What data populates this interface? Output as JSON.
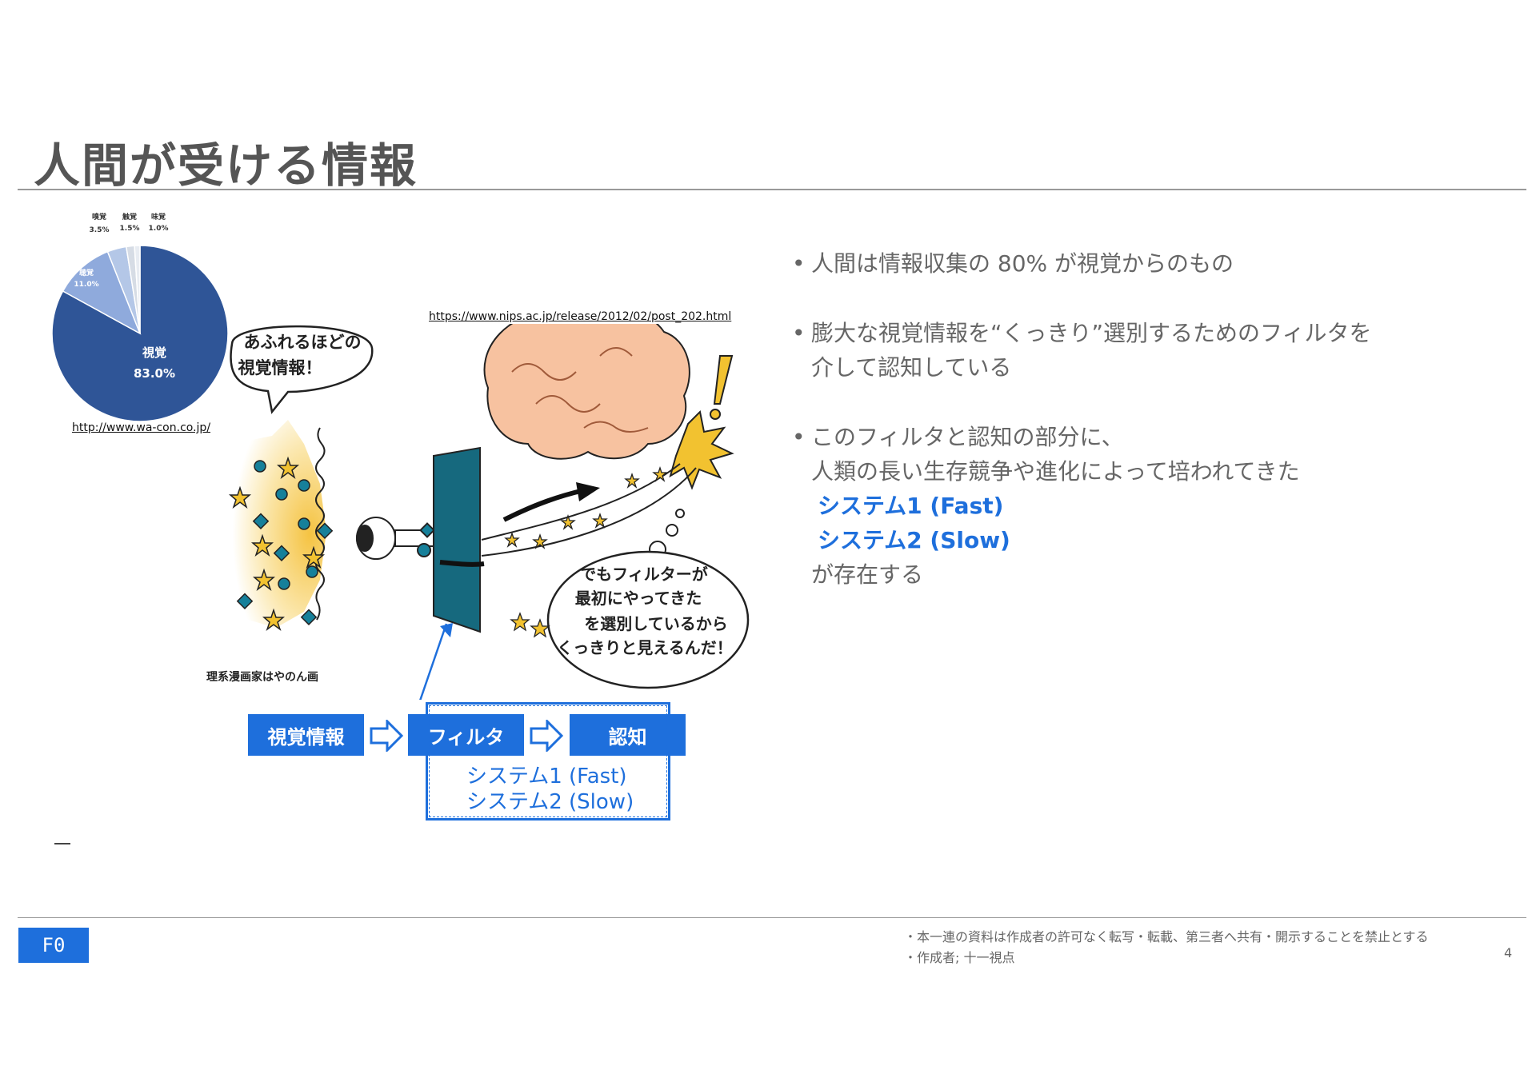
{
  "title": "人間が受ける情報",
  "pie": {
    "source": "http://www.wa-con.co.jp/",
    "slices": [
      {
        "label": "視覚",
        "value_text": "83.0%",
        "value": 83.0,
        "color": "#2f5597"
      },
      {
        "label": "聴覚",
        "value_text": "11.0%",
        "value": 11.0,
        "color": "#8faadc"
      },
      {
        "label": "嗅覚",
        "value_text": "3.5%",
        "value": 3.5,
        "color": "#b4c7e7"
      },
      {
        "label": "触覚",
        "value_text": "1.5%",
        "value": 1.5,
        "color": "#d6dce5"
      },
      {
        "label": "味覚",
        "value_text": "1.0%",
        "value": 1.0,
        "color": "#e8ecf2"
      }
    ]
  },
  "illustration": {
    "source": "https://www.nips.ac.jp/release/2012/02/post_202.html",
    "bubble_left": [
      "あふれるほどの",
      "視覚情報！"
    ],
    "bubble_right": [
      "でもフィルターが",
      "最初にやってきた",
      "を選別しているから",
      "くっきりと見えるんだ！"
    ],
    "credit": "理系漫画家はやのん画"
  },
  "flow": {
    "visual": "視覚情報",
    "filter": "フィルタ",
    "cognition": "認知",
    "system1": "システム1 (Fast)",
    "system2": "システム2 (Slow)"
  },
  "bullets": {
    "b1": "人間は情報収集の 80% が視覚からのもの",
    "b2_l1": "膨大な視覚情報を“くっきり”選別するためのフィルタを",
    "b2_l2": "介して認知している",
    "b3_l1": "このフィルタと認知の部分に、",
    "b3_l2": "人類の長い生存競争や進化によって培われてきた",
    "b3_s1": "システム1 (Fast)",
    "b3_s2": "システム2 (Slow)",
    "b3_l5": "が存在する"
  },
  "footer": {
    "badge": "F0",
    "note1": "・本一連の資料は作成者の許可なく転写・転載、第三者へ共有・開示することを禁止とする",
    "note2": "・作成者; 十一視点",
    "page": "4"
  },
  "colors": {
    "accent": "#1e6fdc",
    "title": "#555555"
  }
}
